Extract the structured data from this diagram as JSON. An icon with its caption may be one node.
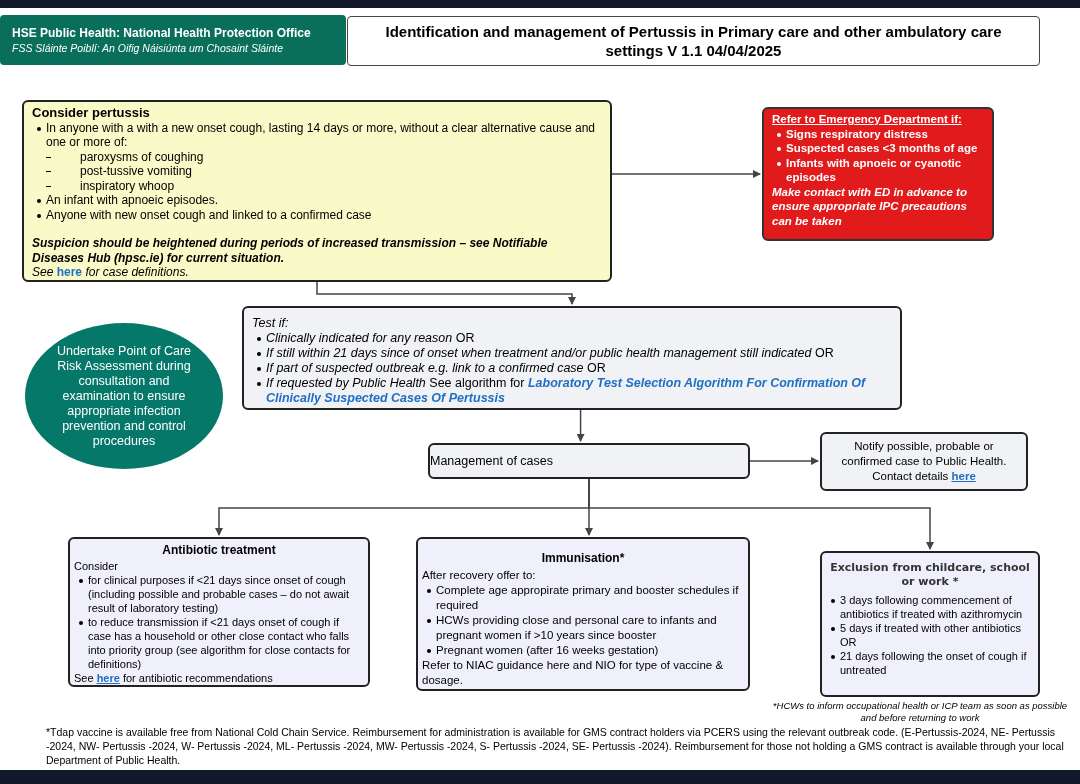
{
  "diagram": {
    "title": "Identification and management of Pertussis in Primary care and other ambulatory care settings V 1.1 04/04/2025",
    "nodes": [
      {
        "text": [
          "HSE Public Health: National Health Protection Office",
          "FSS Sláinte Poiblí: An Oifig Náisiúnta um Chosaint Sláinte"
        ]
      },
      {
        "text": [
          "Consider pertussis",
          "In anyone with a with a new onset cough, lasting 14 days or more, without a clear alternative cause and one or more of:",
          "paroxysms of coughing",
          "post-tussive vomiting",
          "inspiratory whoop",
          "An infant with apnoeic episodes.",
          "Anyone with new onset cough and linked to a confirmed case",
          "Suspicion should be heightened during periods of increased transmission – see Notifiable Diseases Hub (hpsc.ie) for current situation.",
          "See **here** for case definitions."
        ]
      },
      {
        "text": [
          "Refer to Emergency Department if:",
          "Signs respiratory distress",
          "Suspected cases <3 months of age",
          "Infants with apnoeic or cyanotic episodes",
          "Make contact with ED in advance to ensure appropriate IPC precautions can be taken"
        ]
      },
      {
        "text": [
          "Test if:",
          "*Clinically indicated for any reason* OR",
          "*If still within 21 days since of onset when treatment and/or public health management still indicated* OR",
          "*If part of suspected outbreak e.g. link to a confirmed case* OR",
          "*If requested by Public Health* See algorithm for **Laboratory Test Selection Algorithm For Confirmation Of Clinically Suspected Cases Of Pertussis**"
        ]
      },
      {
        "text": [
          "Undertake Point of Care Risk Assessment during consultation and examination to ensure appropriate infection prevention and control procedures"
        ]
      },
      {
        "text": [
          "Management of cases"
        ]
      },
      {
        "text": [
          "Notify possible, probable or confirmed case to Public Health. Contact details **here**"
        ]
      },
      {
        "text": [
          "Antibiotic treatment",
          "Consider",
          "for clinical purposes if <21 days since onset of cough (including possible and probable cases – do not await result of laboratory testing)",
          "to reduce transmission if <21 days onset of cough if case has a household or other close contact who falls into priority group (see algorithm for close contacts for definitions)",
          "See **here** for antibiotic recommendations"
        ]
      },
      {
        "text": [
          "Immunisation*",
          "After recovery offer to:",
          "Complete age appropirate primary and booster schedules if required",
          "HCWs providing close and personal care to infants and pregnant women if >10 years since booster",
          "Pregnant women (after 16 weeks gestation)",
          "Refer to NIAC guidance here and NIO for type of vaccine & dosage."
        ]
      },
      {
        "text": [
          "Exclusion from childcare, school or work *",
          "3 days following commencement of antibiotics if treated with azithromycin",
          "5 days if treated with other antibiotics OR",
          "21 days following the onset of cough if untreated"
        ]
      }
    ],
    "edges": [
      {
        "from": 1,
        "to": 2,
        "arrow": "to"
      },
      {
        "from": 1,
        "to": 3,
        "arrow": "to"
      },
      {
        "from": 3,
        "to": 5,
        "arrow": "to"
      },
      {
        "from": 5,
        "to": 6,
        "arrow": "to"
      },
      {
        "from": 5,
        "to": 7,
        "arrow": "to"
      },
      {
        "from": 5,
        "to": 8,
        "arrow": "to"
      },
      {
        "from": 5,
        "to": 9,
        "arrow": "to"
      }
    ],
    "labels": [
      "*HCWs to inform occupational health or ICP team as soon as possible and before returning to work",
      "*Tdap vaccine is available free from National Cold Chain Service. Reimbursement for administration is available for GMS contract holders via PCERS using the relevant outbreak code. (E-Pertussis-2024, NE- Pertussis -2024, NW- Pertussis -2024, W- Pertussis -2024, ML- Pertussis -2024, MW- Pertussis -2024, S- Pertussis -2024, SE- Pertussis -2024). Reimbursement for those not holding a GMS contract is available through your local Department of Public Health."
    ]
  }
}
